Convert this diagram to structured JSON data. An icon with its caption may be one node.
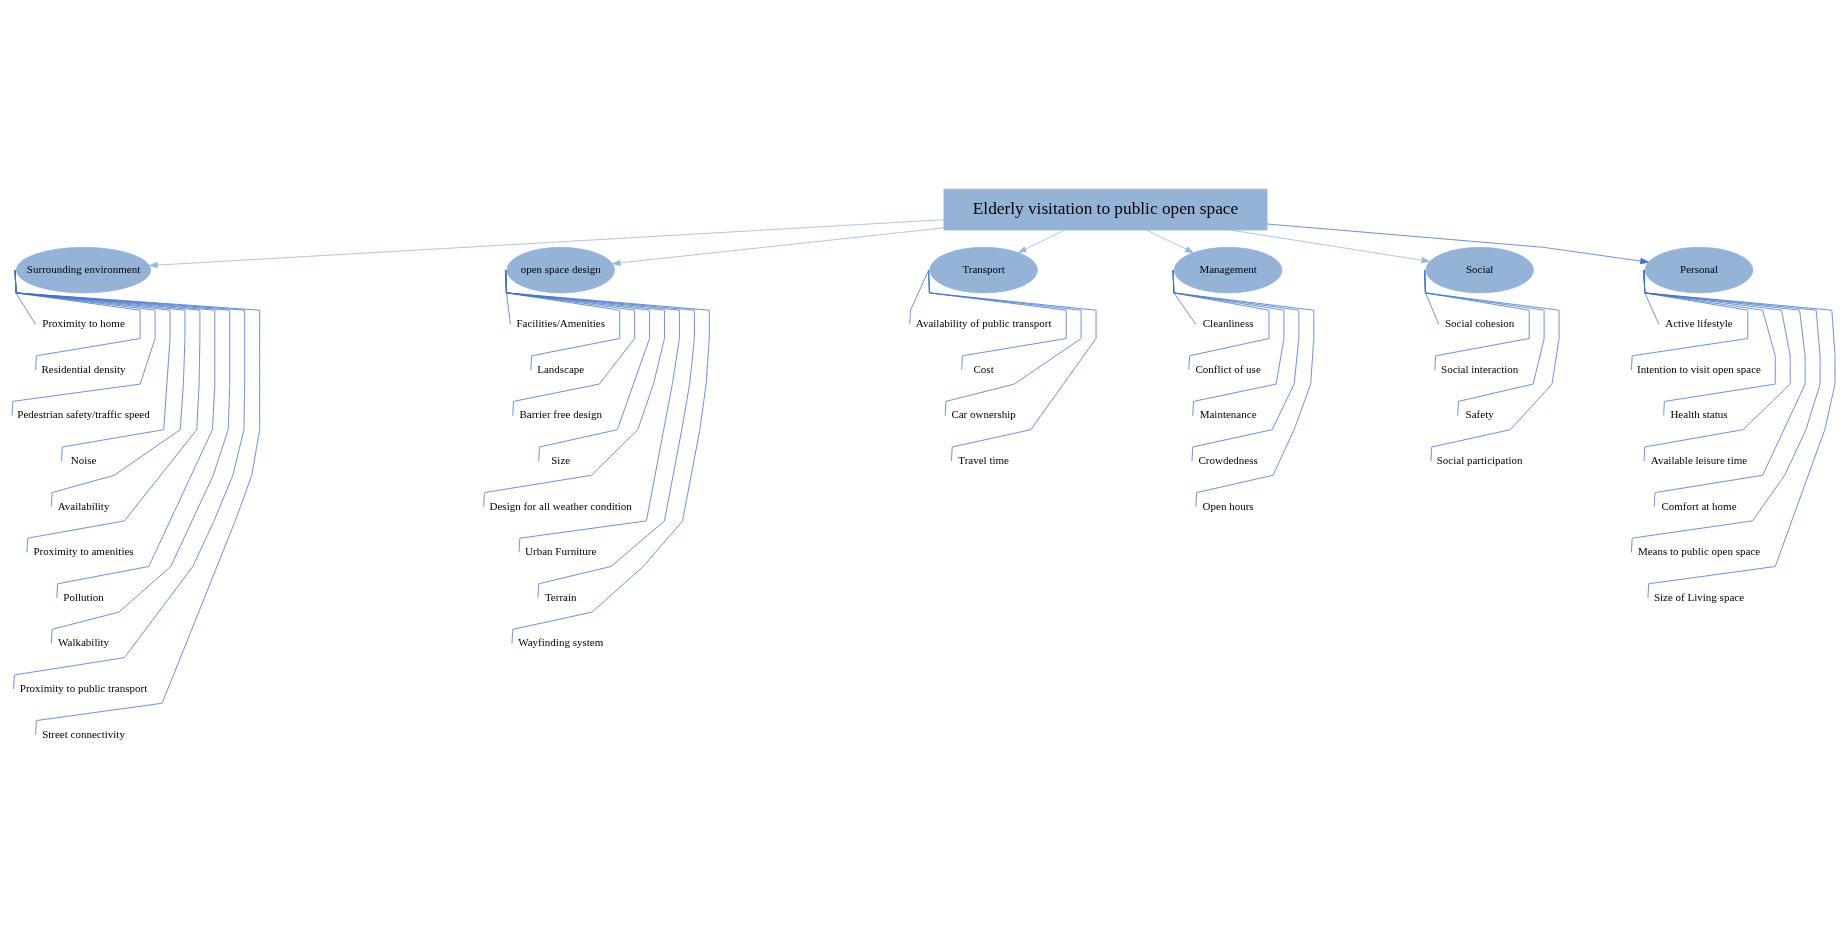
{
  "diagram": {
    "nodes": [
      {
        "text": [
          "Elderly visitation to public open space"
        ]
      },
      {
        "text": [
          "Surrounding environment"
        ]
      },
      {
        "text": [
          "open space design"
        ]
      },
      {
        "text": [
          "Transport"
        ]
      },
      {
        "text": [
          "Management"
        ]
      },
      {
        "text": [
          "Social"
        ]
      },
      {
        "text": [
          "Personal"
        ]
      },
      {
        "text": [
          "Proximity to home"
        ]
      },
      {
        "text": [
          "Residential density"
        ]
      },
      {
        "text": [
          "Pedestrian safety/traffic speed"
        ]
      },
      {
        "text": [
          "Noise"
        ]
      },
      {
        "text": [
          "Availability"
        ]
      },
      {
        "text": [
          "Proximity to amenities"
        ]
      },
      {
        "text": [
          "Pollution"
        ]
      },
      {
        "text": [
          "Walkability"
        ]
      },
      {
        "text": [
          "Proximity to public transport"
        ]
      },
      {
        "text": [
          "Street connectivity"
        ]
      },
      {
        "text": [
          "Facilities/Amenities"
        ]
      },
      {
        "text": [
          "Landscape"
        ]
      },
      {
        "text": [
          "Barrier free design"
        ]
      },
      {
        "text": [
          "Size"
        ]
      },
      {
        "text": [
          "Design for all weather condition"
        ]
      },
      {
        "text": [
          "Urban Furniture"
        ]
      },
      {
        "text": [
          "Terrain"
        ]
      },
      {
        "text": [
          "Wayfinding system"
        ]
      },
      {
        "text": [
          "Availability of public transport"
        ]
      },
      {
        "text": [
          "Cost"
        ]
      },
      {
        "text": [
          "Car ownership"
        ]
      },
      {
        "text": [
          "Travel time"
        ]
      },
      {
        "text": [
          "Cleanliness"
        ]
      },
      {
        "text": [
          "Conflict of use"
        ]
      },
      {
        "text": [
          "Maintenance"
        ]
      },
      {
        "text": [
          "Crowdedness"
        ]
      },
      {
        "text": [
          "Open hours"
        ]
      },
      {
        "text": [
          "Social cohesion"
        ]
      },
      {
        "text": [
          "Social interaction"
        ]
      },
      {
        "text": [
          "Safety"
        ]
      },
      {
        "text": [
          "Social participation"
        ]
      },
      {
        "text": [
          "Active lifestyle"
        ]
      },
      {
        "text": [
          "Intention to visit open space"
        ]
      },
      {
        "text": [
          "Health status"
        ]
      },
      {
        "text": [
          "Available leisure time"
        ]
      },
      {
        "text": [
          "Comfort at home"
        ]
      },
      {
        "text": [
          "Means to public open space"
        ]
      },
      {
        "text": [
          "Size of Living space"
        ]
      }
    ],
    "edges": [
      {
        "from": 0,
        "to": 1,
        "arrow": "to",
        "color": "#9bb7d9"
      },
      {
        "from": 0,
        "to": 2,
        "arrow": "to",
        "color": "#9bb7d9"
      },
      {
        "from": 0,
        "to": 3,
        "arrow": "to",
        "color": "#9bb7d9"
      },
      {
        "from": 0,
        "to": 4,
        "arrow": "to",
        "color": "#9bb7d9"
      },
      {
        "from": 0,
        "to": 5,
        "arrow": "to",
        "color": "#9bb7d9"
      },
      {
        "from": 0,
        "to": 6,
        "arrow": "to"
      },
      {
        "from": 1,
        "to": 7,
        "arrow": "none"
      },
      {
        "from": 1,
        "to": 8,
        "arrow": "none"
      },
      {
        "from": 1,
        "to": 9,
        "arrow": "none"
      },
      {
        "from": 1,
        "to": 10,
        "arrow": "none"
      },
      {
        "from": 1,
        "to": 11,
        "arrow": "none"
      },
      {
        "from": 1,
        "to": 12,
        "arrow": "none"
      },
      {
        "from": 1,
        "to": 13,
        "arrow": "none"
      },
      {
        "from": 1,
        "to": 14,
        "arrow": "none"
      },
      {
        "from": 1,
        "to": 15,
        "arrow": "none"
      },
      {
        "from": 1,
        "to": 16,
        "arrow": "none"
      },
      {
        "from": 2,
        "to": 17,
        "arrow": "none"
      },
      {
        "from": 2,
        "to": 18,
        "arrow": "none"
      },
      {
        "from": 2,
        "to": 19,
        "arrow": "none"
      },
      {
        "from": 2,
        "to": 20,
        "arrow": "none"
      },
      {
        "from": 2,
        "to": 21,
        "arrow": "none"
      },
      {
        "from": 2,
        "to": 22,
        "arrow": "none"
      },
      {
        "from": 2,
        "to": 23,
        "arrow": "none"
      },
      {
        "from": 2,
        "to": 24,
        "arrow": "none"
      },
      {
        "from": 3,
        "to": 25,
        "arrow": "none"
      },
      {
        "from": 3,
        "to": 26,
        "arrow": "none"
      },
      {
        "from": 3,
        "to": 27,
        "arrow": "none"
      },
      {
        "from": 3,
        "to": 28,
        "arrow": "none"
      },
      {
        "from": 4,
        "to": 29,
        "arrow": "none"
      },
      {
        "from": 4,
        "to": 30,
        "arrow": "none"
      },
      {
        "from": 4,
        "to": 31,
        "arrow": "none"
      },
      {
        "from": 4,
        "to": 32,
        "arrow": "none"
      },
      {
        "from": 4,
        "to": 33,
        "arrow": "none"
      },
      {
        "from": 5,
        "to": 34,
        "arrow": "none"
      },
      {
        "from": 5,
        "to": 35,
        "arrow": "none"
      },
      {
        "from": 5,
        "to": 36,
        "arrow": "none"
      },
      {
        "from": 5,
        "to": 37,
        "arrow": "none"
      },
      {
        "from": 6,
        "to": 38,
        "arrow": "none"
      },
      {
        "from": 6,
        "to": 39,
        "arrow": "none"
      },
      {
        "from": 6,
        "to": 40,
        "arrow": "none"
      },
      {
        "from": 6,
        "to": 41,
        "arrow": "none"
      },
      {
        "from": 6,
        "to": 42,
        "arrow": "none"
      },
      {
        "from": 6,
        "to": 43,
        "arrow": "none"
      },
      {
        "from": 6,
        "to": 44,
        "arrow": "none"
      }
    ]
  }
}
